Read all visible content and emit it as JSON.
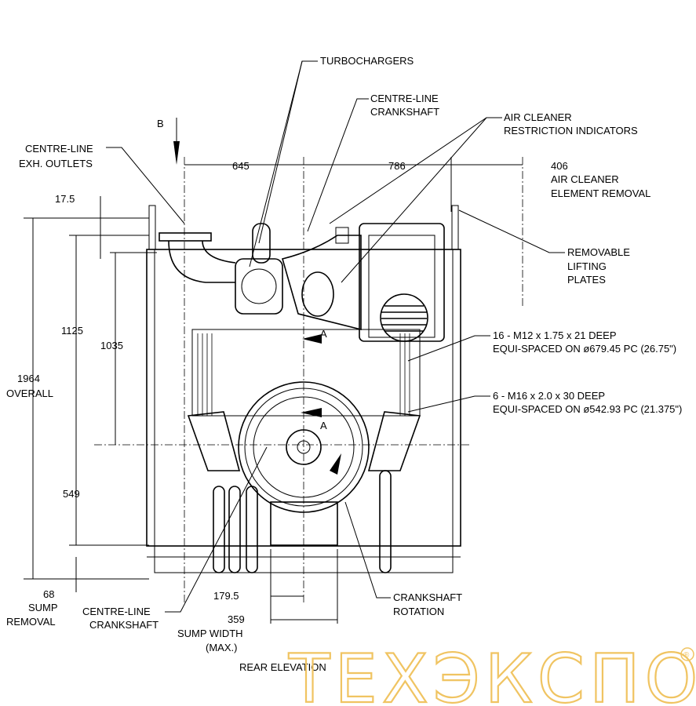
{
  "drawing": {
    "view_title": "REAR ELEVATION",
    "view_arrow": "B",
    "section_marks": [
      "A",
      "A"
    ],
    "callouts": {
      "turbochargers": "TURBOCHARGERS",
      "cl_crankshaft_top": [
        "CENTRE-LINE",
        "CRANKSHAFT"
      ],
      "air_cleaner_indicators": [
        "AIR CLEANER",
        "RESTRICTION INDICATORS"
      ],
      "cl_exh_outlets": [
        "CENTRE-LINE",
        "EXH. OUTLETS"
      ],
      "air_cleaner_removal": [
        "406",
        "AIR CLEANER",
        "ELEMENT REMOVAL"
      ],
      "lifting_plates": [
        "REMOVABLE",
        "LIFTING",
        "PLATES"
      ],
      "holes_m12": [
        "16  - M12 x 1.75 x 21 DEEP",
        "EQUI-SPACED ON ø679.45 PC (26.75\")"
      ],
      "holes_m16": [
        "6 - M16 x 2.0 x 30 DEEP",
        "EQUI-SPACED ON ø542.93 PC (21.375\")"
      ],
      "crankshaft_rotation": [
        "CRANKSHAFT",
        "ROTATION"
      ],
      "cl_crankshaft_bottom": [
        "CENTRE-LINE",
        "CRANKSHAFT"
      ],
      "sump_width": [
        "359",
        "SUMP WIDTH",
        "(MAX.)"
      ],
      "sump_removal": [
        "68",
        "SUMP",
        "REMOVAL"
      ],
      "overall": [
        "1964",
        "OVERALL"
      ]
    },
    "dimensions": {
      "exh_to_crank": "645",
      "crank_to_air": "786",
      "top_offset": "17.5",
      "h_1125": "1125",
      "h_1035": "1035",
      "h_549": "549",
      "sump_offset": "179.5"
    }
  },
  "watermark": {
    "text": "ТЕХЭКСПО",
    "mark": "®",
    "color": "#f0c462"
  }
}
